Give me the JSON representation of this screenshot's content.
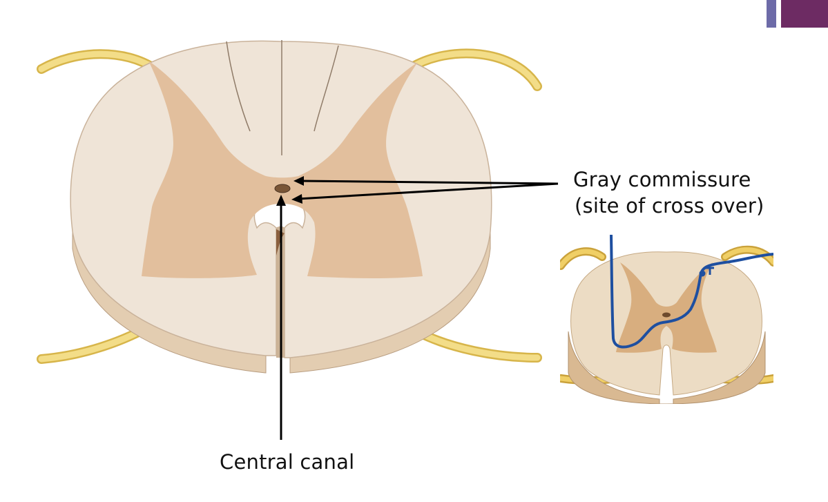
{
  "labels": {
    "gray_commissure": "Gray commissure",
    "gray_commissure_note": "(site of cross over)",
    "central_canal": "Central canal"
  },
  "colors": {
    "white_matter": "#efe4d7",
    "gray_matter": "#e2bf9d",
    "side_edge": "#e3cdb1",
    "nerve": "#f3dd88",
    "nerve_outline": "#d7b54a",
    "pathway": "#1e4fa0",
    "corner_light": "#6d6ba8",
    "corner_dark": "#6d2b63"
  }
}
